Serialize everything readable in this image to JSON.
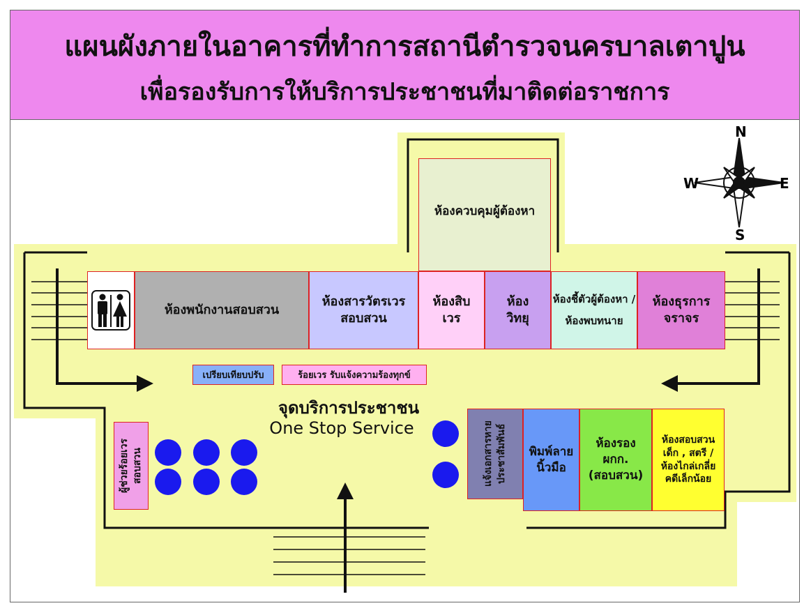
{
  "header": {
    "title_line1": "แผนผังภายในอาคารที่ทำการสถานีตำรวจนครบาลเตาปูน",
    "title_line2": "เพื่อรองรับการให้บริการประชาชนที่มาติดต่อราชการ"
  },
  "compass": {
    "north": "N",
    "south": "S",
    "east": "E",
    "west": "W"
  },
  "rooms": {
    "detainee_control": "ห้องควบคุมผู้ต้องหา",
    "investigators": "ห้องพนักงานสอบสวน",
    "inquiry_records": "ห้องสารวัตรเวรสอบสวน",
    "duty_officer": "ห้องสิบเวร",
    "radio": "ห้องวิทยุ",
    "identification": "ห้องชี้ตัวผู้ต้องหา / ห้องพบทนาย",
    "traffic_admin": "ห้องธุรการจราจร",
    "fingerprint": "พิมพ์ลายนิ้วมือ",
    "deputy_office": "ห้องรอง ผกก. (สอบสวน)",
    "child_women": "ห้องสอบสวนเด็ก , สตรี / ห้องไกล่เกลี่ยคดีเล็กน้อย",
    "assistant_investigator": "ผู้ช่วยร้อยเวรสอบสวน",
    "reception_pr": "แจ้งเอกสารหาย ประชาสัมพันธ์"
  },
  "labels": {
    "fine_compare": "เปรียบเทียบปรับ",
    "complaint": "ร้อยเวร รับแจ้งความร้องทุกข์",
    "service_th": "จุดบริการประชาชน",
    "service_en": "One Stop Service"
  },
  "icons": {
    "restroom": "restroom-icon",
    "compass": "compass-icon"
  },
  "colors": {
    "header": "#ee88ee",
    "floor": "#f5f9a8",
    "restroom": "#ffffff",
    "investigators": "#b0b0b0",
    "inquiry": "#c8c8ff",
    "duty": "#ffd0f8",
    "radio": "#c8a0f0",
    "identification": "#d0f5e8",
    "traffic": "#e080d8",
    "detainee": "#e8f0d0",
    "fingerprint": "#6898f8",
    "deputy": "#88e848",
    "child": "#ffff30",
    "pr": "#8080b0",
    "assistant": "#f0a0e8",
    "fine": "#88b0f8",
    "complaint": "#ffb0f0",
    "seat": "#1a1aee"
  }
}
